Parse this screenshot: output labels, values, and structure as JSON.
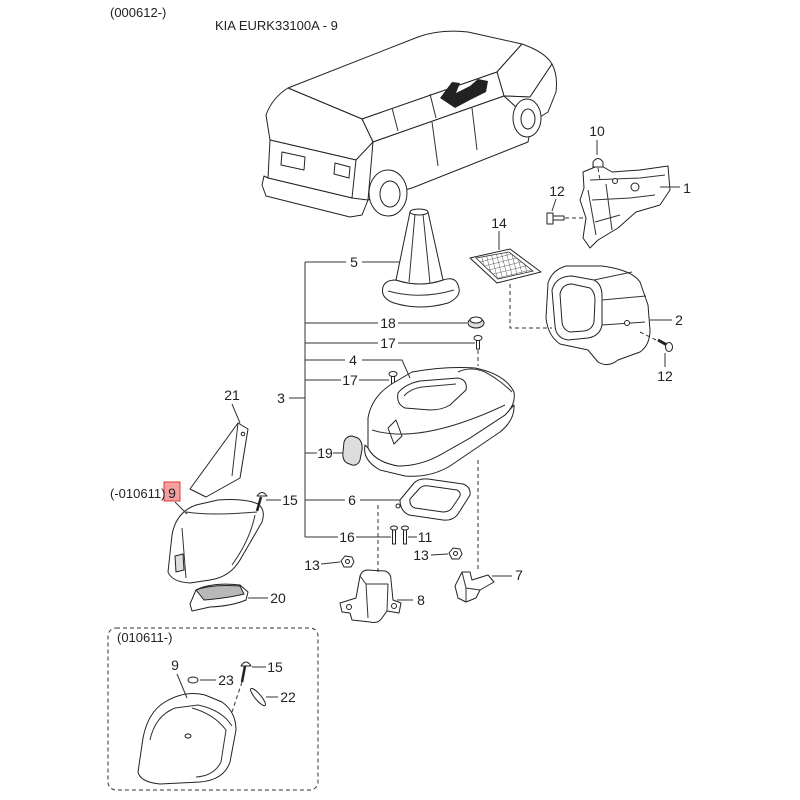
{
  "header": {
    "date_range": "(000612-)",
    "catalog_code": "KIA EURK33100A - 9"
  },
  "variants": {
    "before_label": "(-010611)",
    "after_label": "(010611-)"
  },
  "callouts": [
    "10",
    "1",
    "12",
    "14",
    "5",
    "2",
    "18",
    "17",
    "4",
    "17",
    "3",
    "12",
    "21",
    "19",
    "9",
    "15",
    "6",
    "16",
    "11",
    "13",
    "13",
    "7",
    "8",
    "20",
    "9",
    "15",
    "23",
    "22"
  ],
  "colors": {
    "highlight_fill": "#f4a0a0",
    "highlight_border": "#e03a3a",
    "line": "#333333",
    "background": "#ffffff"
  }
}
